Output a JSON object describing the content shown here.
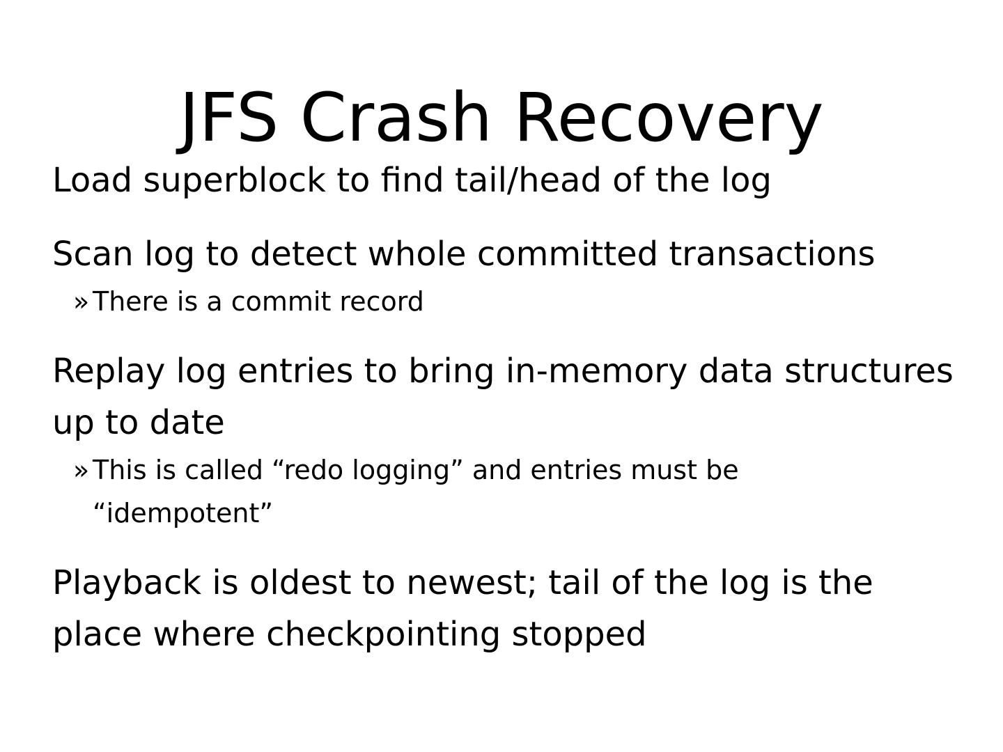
{
  "slide": {
    "title": "JFS Crash Recovery",
    "background_color": "#ffffff",
    "text_color": "#000000",
    "sub_bullet_marker": "»",
    "content": [
      {
        "level": 1,
        "text": "Load superblock to find tail/head of the log"
      },
      {
        "level": 1,
        "text": "Scan log to detect whole committed transactions"
      },
      {
        "level": 2,
        "text": "There is a commit record"
      },
      {
        "level": 1,
        "text": "Replay log entries to bring in-memory data structures up to date"
      },
      {
        "level": 2,
        "text": "This is called “redo logging” and entries must be “idempotent”"
      },
      {
        "level": 1,
        "text": "Playback is oldest to newest; tail of the log is the place where checkpointing stopped"
      }
    ]
  }
}
